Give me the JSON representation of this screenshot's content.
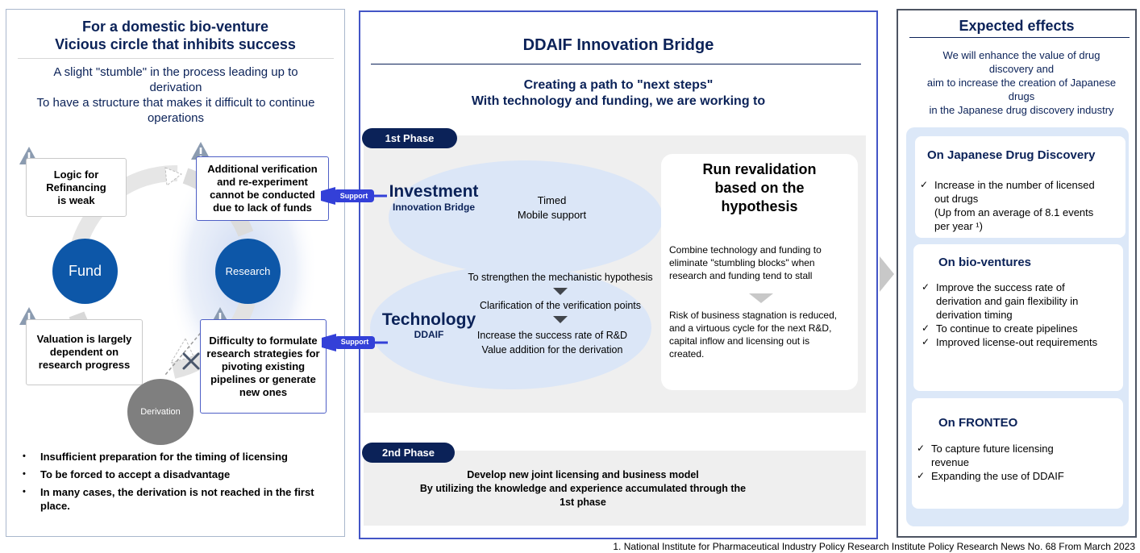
{
  "left": {
    "title_line1": "For a domestic bio-venture",
    "title_line2": "Vicious circle that inhibits success",
    "subtitle_line1": "A slight \"stumble\" in the process leading up to",
    "subtitle_line2": "derivation",
    "subtitle_line3": "To have a structure that makes it difficult to continue",
    "subtitle_line4": "operations",
    "callout_refinancing": [
      "Logic for",
      "Refinancing",
      "is weak"
    ],
    "callout_verification": [
      "Additional verification",
      "and re-experiment",
      "cannot be conducted",
      "due to lack of funds"
    ],
    "callout_valuation": [
      "Valuation is largely",
      "dependent on",
      "research progress"
    ],
    "callout_strategy": [
      "Difficulty to formulate",
      "research strategies for",
      "pivoting existing",
      "pipelines or generate",
      "new ones"
    ],
    "node_fund": "Fund",
    "node_research": "Research",
    "node_derivation": "Derivation",
    "bullets": [
      "Insufficient preparation for the timing of licensing",
      "To be forced to accept a disadvantage",
      "In many cases, the derivation is not reached in the first place."
    ]
  },
  "center": {
    "title": "DDAIF Innovation Bridge",
    "subtitle_line1": "Creating a path to \"next steps\"",
    "subtitle_line2": "With technology and funding, we are working to",
    "phase1_label": "1st Phase",
    "support_label_1": "Support",
    "support_label_2": "Support",
    "investment_title": "Investment",
    "investment_sub": "Innovation Bridge",
    "timed_line1": "Timed",
    "timed_line2": "Mobile support",
    "technology_title": "Technology",
    "technology_sub": "DDAIF",
    "steps": [
      "To strengthen the mechanistic hypothesis",
      "Clarification of the verification points",
      "Increase the success rate of R&D",
      "Value addition for the derivation"
    ],
    "revalidation_title": [
      "Run revalidation",
      "based on the",
      "hypothesis"
    ],
    "revalidation_text1": [
      "Combine technology and funding to",
      "eliminate \"stumbling blocks\" when",
      "research and funding tend to stall"
    ],
    "revalidation_text2": [
      "Risk of business stagnation is reduced,",
      "and a virtuous cycle for the next R&D,",
      "capital inflow and licensing out is",
      "created."
    ],
    "phase2_label": "2nd Phase",
    "phase2_text": [
      "Develop new joint licensing and business model",
      "By utilizing the knowledge and experience accumulated through the",
      "1st phase"
    ]
  },
  "right": {
    "title": "Expected effects",
    "intro": [
      "We will enhance the value of drug",
      "discovery and",
      "aim to increase the creation of Japanese",
      "drugs",
      "in the Japanese drug discovery industry"
    ],
    "card1_title": "On Japanese Drug Discovery",
    "card1_items": [
      [
        "Increase in the number of licensed",
        "out drugs",
        "(Up from an average of 8.1 events",
        "per year ¹)"
      ]
    ],
    "card2_title": "On bio-ventures",
    "card2_items": [
      [
        "Improve the success rate of",
        "derivation and gain flexibility in",
        "derivation timing"
      ],
      [
        "To continue to create pipelines"
      ],
      [
        "Improved license-out requirements"
      ]
    ],
    "card3_title": "On FRONTEO",
    "card3_items": [
      [
        "To capture future licensing",
        "revenue"
      ],
      [
        "Expanding the use of DDAIF"
      ]
    ]
  },
  "footnote": "1. National Institute for Pharmaceutical Industry Policy Research Institute Policy Research News No. 68 From March 2023",
  "colors": {
    "navy": "#0b2258",
    "accent_blue": "#4355c6",
    "node_blue": "#0d57a8",
    "node_gray": "#7f7f7f",
    "support_blue": "#3340d8",
    "ellipse": "#dbe6f7",
    "panel_gray": "#efefef",
    "right_bg": "#dce8f8"
  },
  "icons": [
    "warning-icon",
    "cross-mark-icon",
    "check-icon",
    "chevron-right-icon",
    "arrow-down-icon"
  ]
}
